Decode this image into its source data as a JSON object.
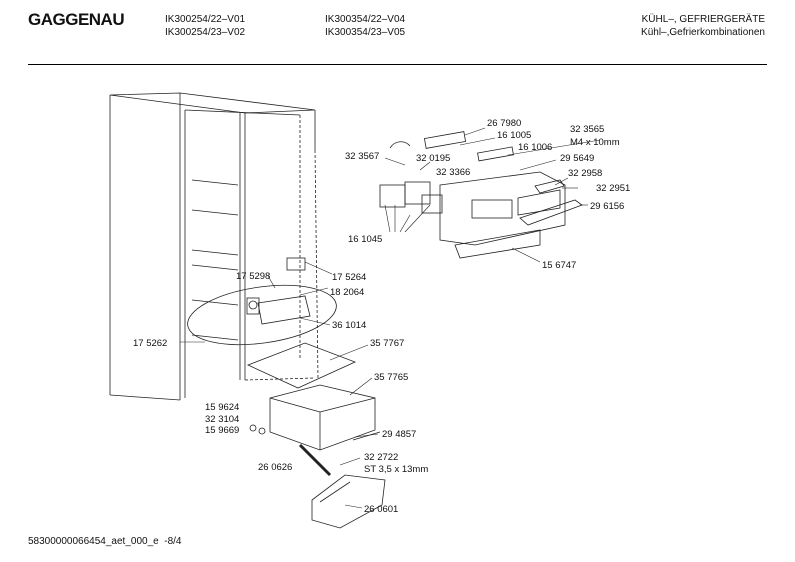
{
  "header": {
    "brand": "GAGGENAU",
    "models_col1": [
      "IK300254/22–V01",
      "IK300254/23–V02"
    ],
    "models_col2": [
      "IK300354/22–V04",
      "IK300354/23–V05"
    ],
    "category_line1": "KÜHL–, GEFRIERGERÄTE",
    "category_line2": "Kühl–,Gefrierkombinationen"
  },
  "parts": [
    {
      "id": "p267980",
      "label": "26 7980"
    },
    {
      "id": "p161005",
      "label": "16 1005"
    },
    {
      "id": "p323565",
      "label": "32 3565"
    },
    {
      "id": "pm4x10",
      "label": "M4 x 10mm"
    },
    {
      "id": "p323567",
      "label": "32 3567"
    },
    {
      "id": "p320195",
      "label": "32 0195"
    },
    {
      "id": "p161006",
      "label": "16 1006"
    },
    {
      "id": "p323366",
      "label": "32 3366"
    },
    {
      "id": "p295649",
      "label": "29 5649"
    },
    {
      "id": "p322958",
      "label": "32 2958"
    },
    {
      "id": "p322951",
      "label": "32 2951"
    },
    {
      "id": "p296156",
      "label": "29 6156"
    },
    {
      "id": "p161045",
      "label": "16 1045"
    },
    {
      "id": "p156747",
      "label": "15 6747"
    },
    {
      "id": "p175298",
      "label": "17 5298"
    },
    {
      "id": "p175264",
      "label": "17 5264"
    },
    {
      "id": "p182064",
      "label": "18 2064"
    },
    {
      "id": "p361014",
      "label": "36 1014"
    },
    {
      "id": "p175262",
      "label": "17 5262"
    },
    {
      "id": "p357767",
      "label": "35 7767"
    },
    {
      "id": "p357765",
      "label": "35 7765"
    },
    {
      "id": "p159624",
      "label": "15 9624"
    },
    {
      "id": "p323104",
      "label": "32 3104"
    },
    {
      "id": "p159669",
      "label": "15 9669"
    },
    {
      "id": "p294857",
      "label": "29 4857"
    },
    {
      "id": "p260626",
      "label": "26 0626"
    },
    {
      "id": "p322722",
      "label": "32 2722"
    },
    {
      "id": "pst35",
      "label": "ST 3,5 x 13mm"
    },
    {
      "id": "p260601",
      "label": "26 0601"
    }
  ],
  "footer": {
    "doc_id": "58300000066454_aet_000_e",
    "page": "-8/4"
  }
}
